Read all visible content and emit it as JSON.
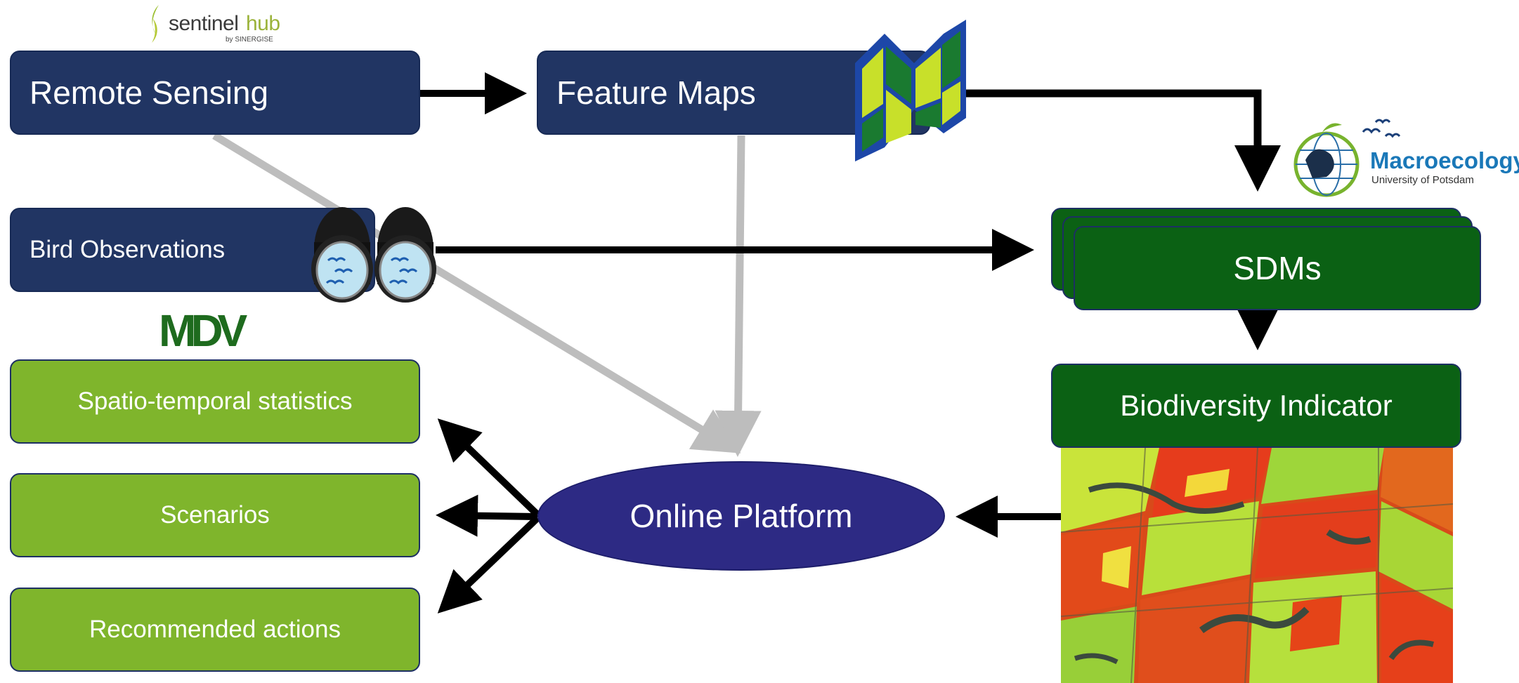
{
  "nodes": {
    "remote_sensing": "Remote Sensing",
    "feature_maps": "Feature Maps",
    "bird_observations": "Bird Observations",
    "sdms": "SDMs",
    "biodiversity_indicator": "Biodiversity Indicator",
    "online_platform": "Online Platform",
    "spatio_temporal": "Spatio-temporal statistics",
    "scenarios": "Scenarios",
    "recommended_actions": "Recommended actions"
  },
  "logos": {
    "sentinelhub_main_a": "sentinel",
    "sentinelhub_main_b": "hub",
    "sentinelhub_sub": "by SINERGISE",
    "macroecology_title": "Macroecology",
    "macroecology_sub": "University of Potsdam",
    "mdv": "MDV"
  },
  "colors": {
    "navy": "#213563",
    "light_green": "#7fb52c",
    "dark_green": "#0b6114",
    "platform": "#2d2a84",
    "arrow_black": "#000000",
    "arrow_gray": "#bdbdbd"
  }
}
